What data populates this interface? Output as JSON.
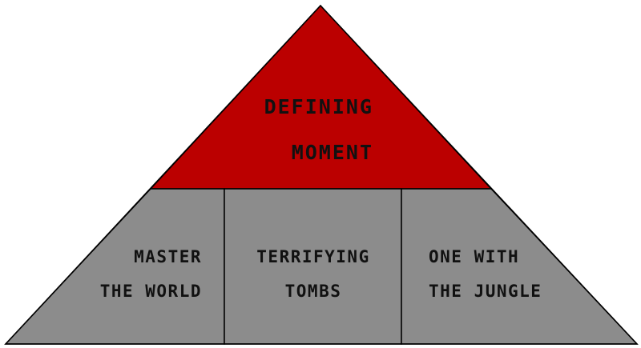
{
  "diagram": {
    "top_tier": {
      "line1": "DEFINING",
      "line2": "MOMENT",
      "color": "#BB0000"
    },
    "bottom_tier": {
      "color": "#8C8C8C",
      "sections": [
        {
          "line1": "MASTER",
          "line2": "THE WORLD"
        },
        {
          "line1": "TERRIFYING",
          "line2": "TOMBS"
        },
        {
          "line1": "ONE WITH",
          "line2": "THE JUNGLE"
        }
      ]
    },
    "stroke_color": "#000000"
  }
}
